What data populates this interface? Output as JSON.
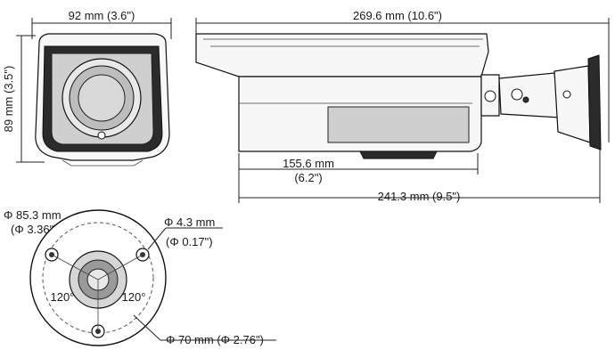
{
  "front_view": {
    "width_label": "92 mm (3.6\")",
    "height_label": "89 mm (3.5\")"
  },
  "side_view": {
    "total_length_label": "269.6 mm (10.6\")",
    "body_length_label_mm": "155.6 mm",
    "body_length_label_in": "(6.2\")",
    "mount_length_label": "241.3 mm (9.5\")"
  },
  "base_view": {
    "outer_diameter_mm": "Φ 85.3 mm",
    "outer_diameter_in": "(Φ 3.36\")",
    "hole_diameter_mm": "Φ 4.3 mm",
    "hole_diameter_in": "(Φ 0.17\")",
    "bolt_circle_label": "Φ 70 mm (Φ 2.76\")",
    "angle_left": "120°",
    "angle_right": "120°"
  }
}
